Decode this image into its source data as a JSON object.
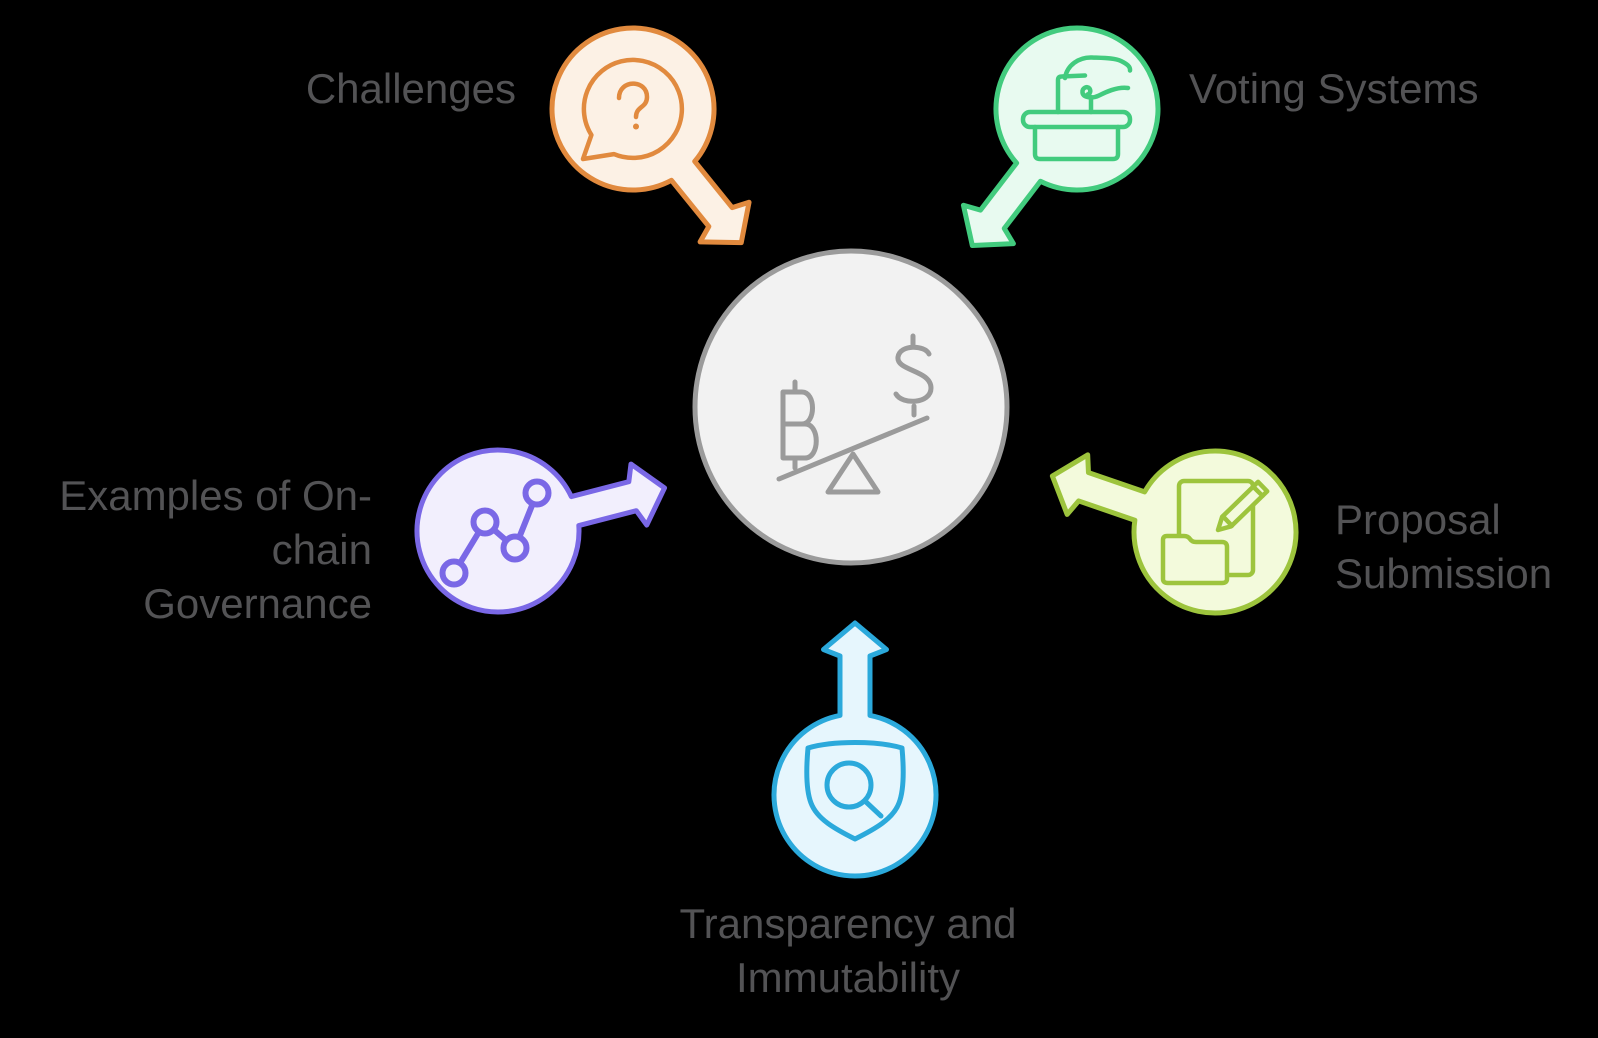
{
  "background_color": "#000000",
  "text_color": "#535355",
  "center_node": {
    "icon": "currency-balance-seesaw-icon",
    "symbols": [
      "B",
      "$"
    ],
    "fill": "#F2F2F2",
    "stroke": "#9B9B9B"
  },
  "nodes": [
    {
      "id": "challenges",
      "label": "Challenges",
      "lines": [
        "Challenges"
      ],
      "icon": "question-speech-bubble-icon",
      "stroke": "#E18A3E",
      "fill": "#FCF1E5"
    },
    {
      "id": "voting-systems",
      "label": "Voting Systems",
      "lines": [
        "Voting Systems"
      ],
      "icon": "ballot-box-icon",
      "stroke": "#42CB7E",
      "fill": "#E8FAF0"
    },
    {
      "id": "examples-onchain-governance",
      "label": "Examples of On-chain Governance",
      "lines": [
        "Examples of On-",
        "chain",
        "Governance"
      ],
      "icon": "connected-nodes-icon",
      "stroke": "#7A68E6",
      "fill": "#F2EFFD"
    },
    {
      "id": "proposal-submission",
      "label": "Proposal Submission",
      "lines": [
        "Proposal",
        "Submission"
      ],
      "icon": "document-pencil-folder-icon",
      "stroke": "#9DC43D",
      "fill": "#F3FADC"
    },
    {
      "id": "transparency-immutability",
      "label": "Transparency and Immutability",
      "lines": [
        "Transparency and",
        "Immutability"
      ],
      "icon": "shield-magnifier-icon",
      "stroke": "#2BA9DB",
      "fill": "#E6F6FD"
    }
  ]
}
